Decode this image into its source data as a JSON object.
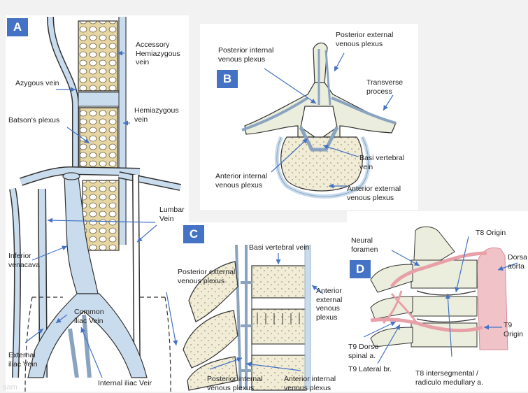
{
  "panels": {
    "a": {
      "badge": "A",
      "labels": {
        "accessory_hemiazygous": "Accessory\nHemiazygous\nvein",
        "azygous": "Azygous vein",
        "hemiazygous": "Hemiazygous\nvein",
        "batsons": "Batson's plexus",
        "lumbar": "Lumbar\nVein",
        "ivc": "Inferior\nvenacava",
        "common_iliac": "Common\niliac Vein",
        "external_iliac": "External\niliac Vein",
        "internal_iliac": "Internal iliac Veir"
      }
    },
    "b": {
      "badge": "B",
      "labels": {
        "post_internal": "Posterior internal\nvenous plexus",
        "post_external": "Posterior external\nvenous plexus",
        "transverse": "Transverse\nprocess",
        "basivertebral": "Basi vertebral\nvein",
        "ant_internal": "Anterior internal\nvenous plexus",
        "ant_external": "Anterior external\nvenous plexus"
      }
    },
    "c": {
      "badge": "C",
      "labels": {
        "basivertebral": "Basi vertebral vein",
        "post_external": "Posterior external\nvenous plexus",
        "ant_external": "Anterior\nexternal\nvenous\nplexus",
        "post_internal": "Posterior internal\nvenous plexus",
        "ant_internal": "Anterior internal\nvenous plexus"
      }
    },
    "d": {
      "badge": "D",
      "labels": {
        "neural_foramen": "Neural\nforamen",
        "t8_origin": "T8 Origin",
        "dorsal_aorta": "Dorsa\naorta",
        "t9_origin": "T9\nOrigin",
        "t9_dorso": "T9 Dorso\nspinal a.",
        "t9_lateral": "T9 Lateral br.",
        "t8_intersegmental": "T8 intersegmental /\nradiculo medullary a."
      }
    }
  },
  "watermark": "sam",
  "colors": {
    "badge": "#4472c4",
    "arrow": "#4472c4",
    "vein": "#c9dcee",
    "vein_stroke": "#8aa4c0",
    "plexus_fill": "#e9dcae",
    "bone": "#eceedd",
    "artery": "#e8a0a8",
    "aorta": "#f0c3c8"
  }
}
